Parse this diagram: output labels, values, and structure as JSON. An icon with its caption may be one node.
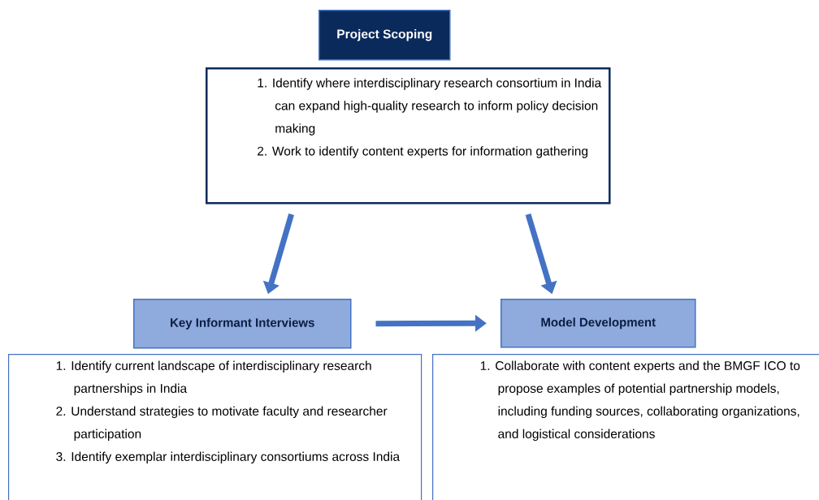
{
  "diagram": {
    "nodes": [
      {
        "text": [
          "Project Scoping"
        ]
      },
      {
        "text": [
          "1. Identify where interdisciplinary research consortium in India can expand high-quality research to inform policy decision making",
          "2. Work to identify content experts for information gathering"
        ]
      },
      {
        "text": [
          "Key Informant Interviews"
        ]
      },
      {
        "text": [
          "1. Identify current landscape of interdisciplinary research partnerships in India",
          "2. Understand strategies to motivate faculty and researcher participation",
          "3. Identify exemplar interdisciplinary consortiums across India"
        ]
      },
      {
        "text": [
          "Model Development"
        ]
      },
      {
        "text": [
          "1. Collaborate with content experts and the BMGF ICO to propose examples of potential partnership models, including funding sources, collaborating organizations, and logistical considerations"
        ]
      }
    ],
    "edges": [
      {
        "from": 1,
        "to": 2,
        "arrow": "to"
      },
      {
        "from": 1,
        "to": 4,
        "arrow": "to"
      },
      {
        "from": 2,
        "to": 4,
        "arrow": "to"
      }
    ]
  }
}
